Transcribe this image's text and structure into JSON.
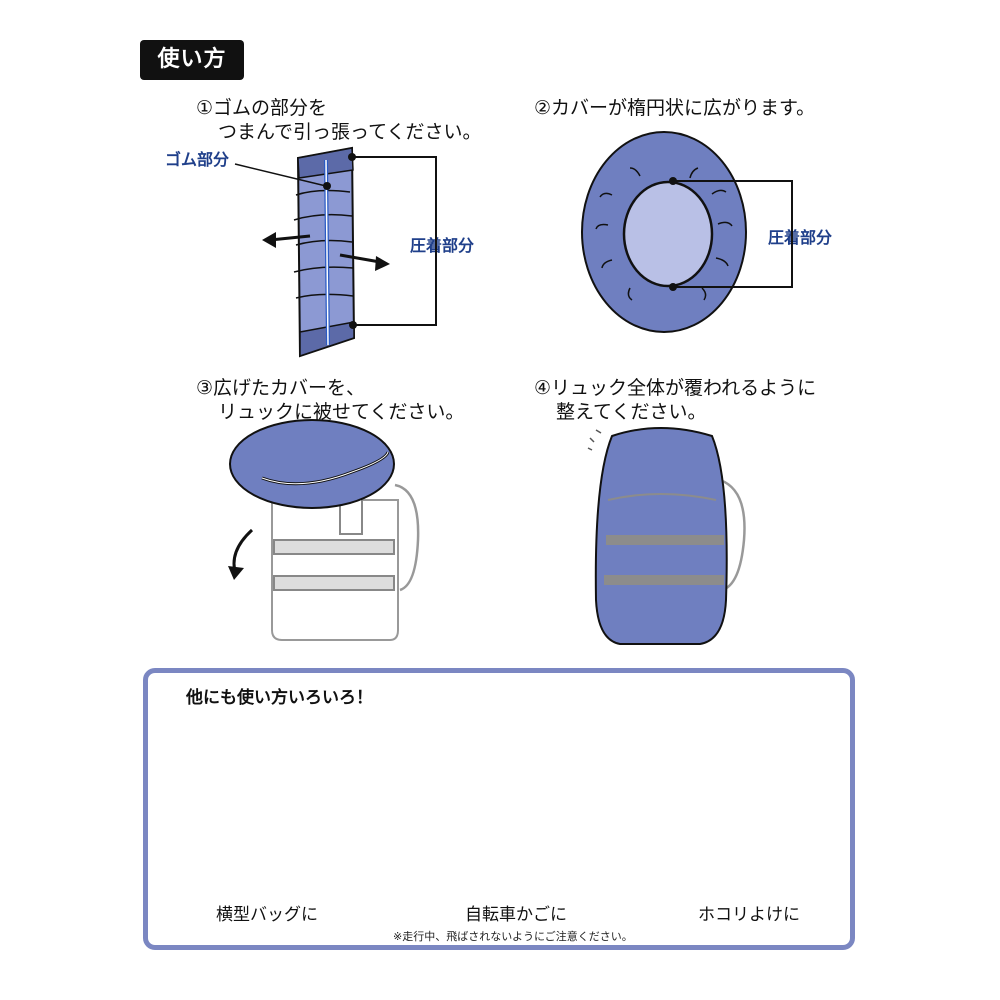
{
  "header": {
    "title": "使い方"
  },
  "steps": [
    {
      "line1": "①ゴムの部分を",
      "line2": "つまんで引っ張ってください。"
    },
    {
      "line1": "②カバーが楕円状に広がります。",
      "line2": ""
    },
    {
      "line1": "③広げたカバーを、",
      "line2": "リュックに被せてください。"
    },
    {
      "line1": "④リュック全体が覆われるように",
      "line2": "整えてください。"
    }
  ],
  "labels": {
    "rubber_part": "ゴム部分",
    "compressed_part_1": "圧着部分",
    "compressed_part_2": "圧着部分"
  },
  "panel": {
    "title": "他にも使い方いろいろ！",
    "captions": [
      "横型バッグに",
      "自転車かごに",
      "ホコリよけに"
    ],
    "note": "※走行中、飛ばされないようにご注意ください。"
  },
  "colors": {
    "cover_blue": "#6f7fc0",
    "accent_label": "#1f3f8a",
    "frame": "#7b87c2",
    "strap_gray": "#8c8c8c"
  }
}
